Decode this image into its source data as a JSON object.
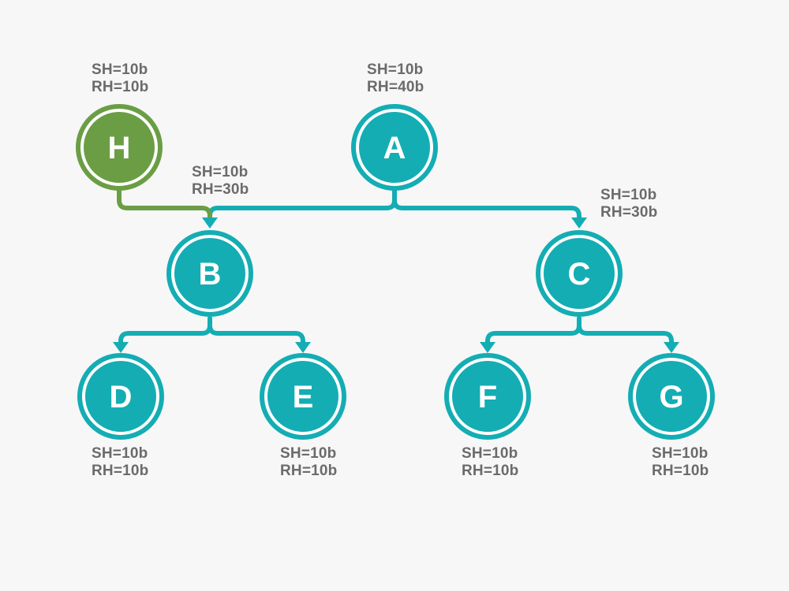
{
  "colors": {
    "background": "#f7f7f7",
    "teal": "#14adb4",
    "green": "#6b9e44",
    "label": "#6b6b6b",
    "ring": "#ffffff"
  },
  "nodes": {
    "A": {
      "label": "A",
      "sh": "SH=10b",
      "rh": "RH=40b",
      "color": "teal"
    },
    "B": {
      "label": "B",
      "sh": "SH=10b",
      "rh": "RH=30b",
      "color": "teal"
    },
    "C": {
      "label": "C",
      "sh": "SH=10b",
      "rh": "RH=30b",
      "color": "teal"
    },
    "D": {
      "label": "D",
      "sh": "SH=10b",
      "rh": "RH=10b",
      "color": "teal"
    },
    "E": {
      "label": "E",
      "sh": "SH=10b",
      "rh": "RH=10b",
      "color": "teal"
    },
    "F": {
      "label": "F",
      "sh": "SH=10b",
      "rh": "RH=10b",
      "color": "teal"
    },
    "G": {
      "label": "G",
      "sh": "SH=10b",
      "rh": "RH=10b",
      "color": "teal"
    },
    "H": {
      "label": "H",
      "sh": "SH=10b",
      "rh": "RH=10b",
      "color": "green"
    }
  },
  "edges": [
    {
      "from": "A",
      "to": "B",
      "color": "teal"
    },
    {
      "from": "A",
      "to": "C",
      "color": "teal"
    },
    {
      "from": "H",
      "to": "B",
      "color": "green"
    },
    {
      "from": "B",
      "to": "D",
      "color": "teal"
    },
    {
      "from": "B",
      "to": "E",
      "color": "teal"
    },
    {
      "from": "C",
      "to": "F",
      "color": "teal"
    },
    {
      "from": "C",
      "to": "G",
      "color": "teal"
    }
  ]
}
